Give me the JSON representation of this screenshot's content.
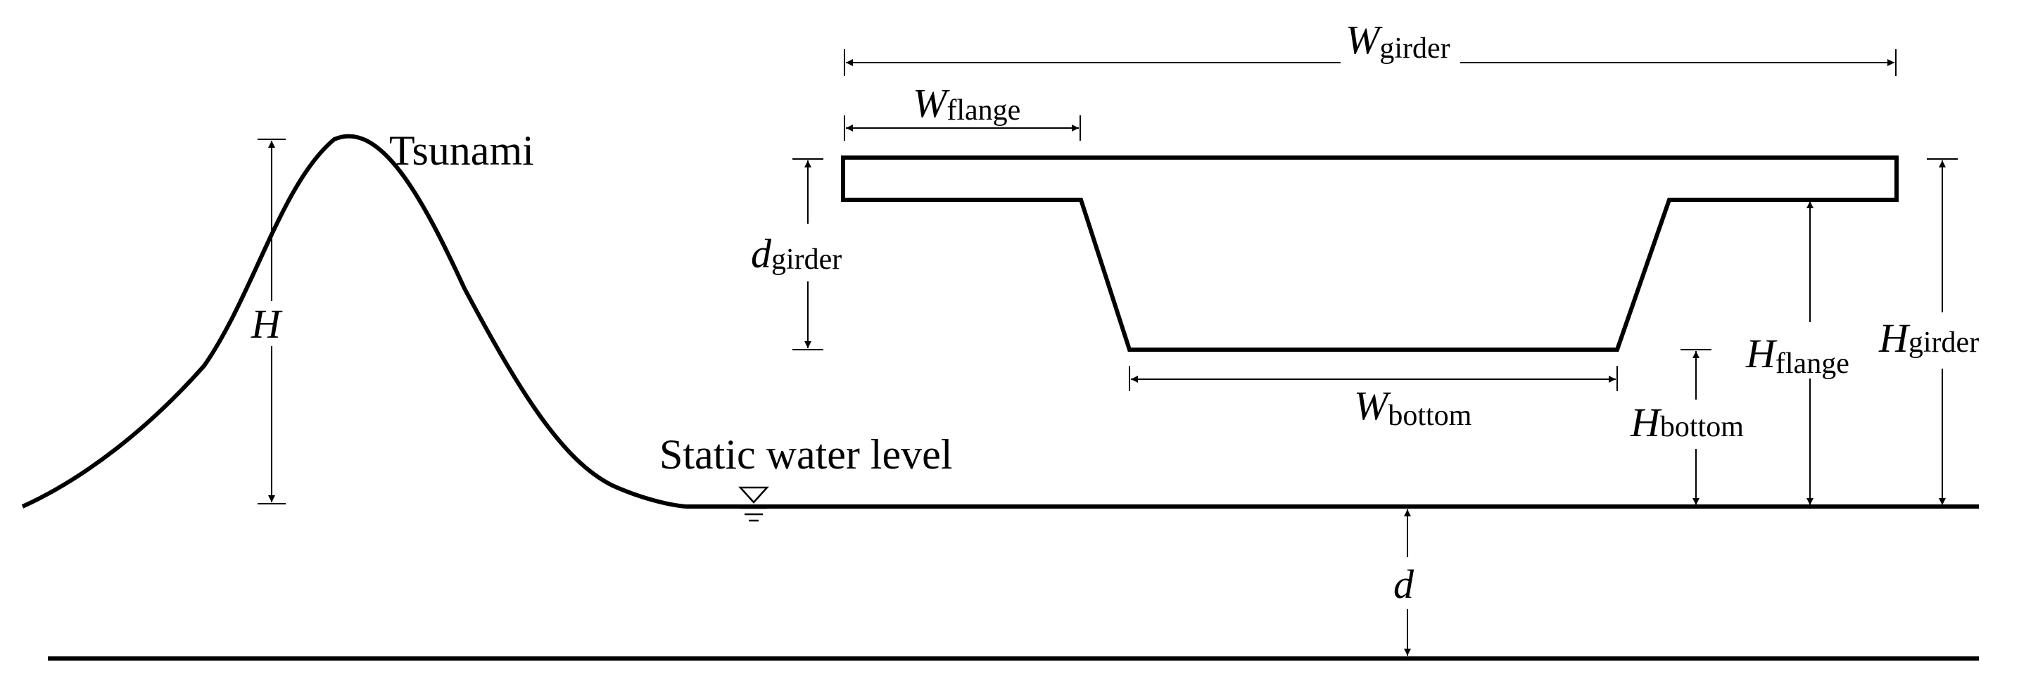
{
  "labels": {
    "tsunami": "Tsunami",
    "static_water_level": "Static water level",
    "wave_height": "H",
    "water_depth": "d",
    "w_girder": {
      "main": "W",
      "sub": "girder"
    },
    "w_flange": {
      "main": "W",
      "sub": "flange"
    },
    "w_bottom": {
      "main": "W",
      "sub": "bottom"
    },
    "d_girder": {
      "main": "d",
      "sub": "girder"
    },
    "h_flange": {
      "main": "H",
      "sub": "flange"
    },
    "h_girder": {
      "main": "H",
      "sub": "girder"
    },
    "h_bottom": {
      "main": "H",
      "sub": "bottom"
    }
  },
  "colors": {
    "line": "#000000",
    "background": "#ffffff"
  }
}
